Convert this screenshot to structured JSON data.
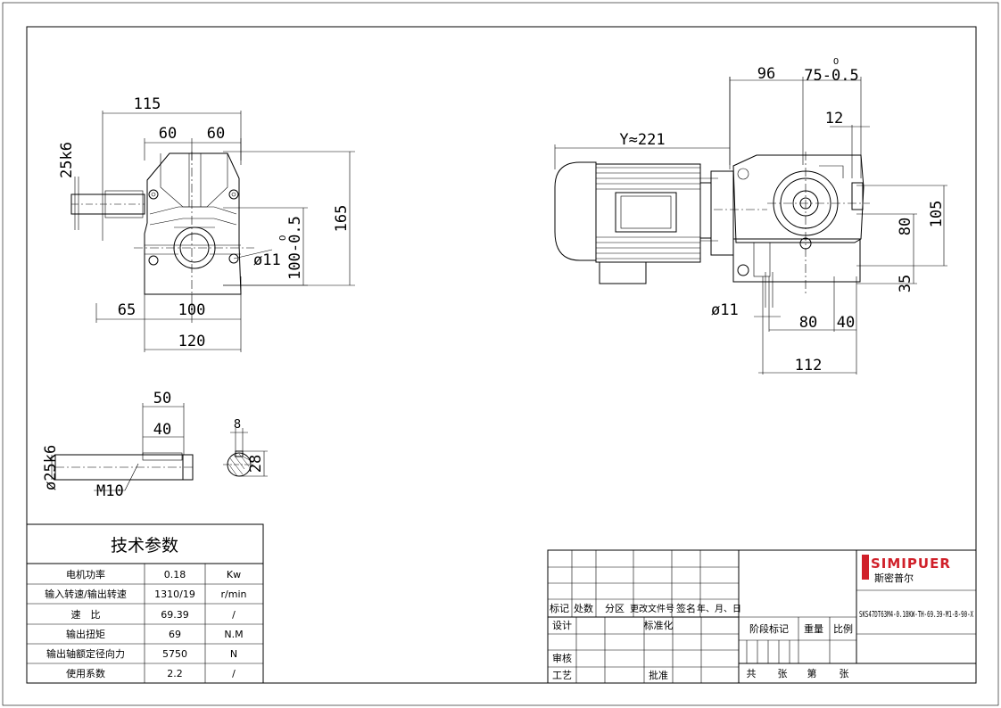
{
  "front_view": {
    "dims": {
      "d115": "115",
      "d60a": "60",
      "d60b": "60",
      "d25k6": "25k6",
      "d165": "165",
      "d100tol": "100-0.5",
      "d100tol_upper": "0",
      "d11": "ø11",
      "d65": "65",
      "d100": "100",
      "d120": "120"
    }
  },
  "side_view": {
    "dims": {
      "d96": "96",
      "d75tol": "75-0.5",
      "d75tol_upper": "0",
      "d12": "12",
      "dY": "Y≈221",
      "d105": "105",
      "d80v": "80",
      "d35": "35",
      "d11": "ø11",
      "d80h": "80",
      "d40": "40",
      "d112": "112"
    }
  },
  "shaft_detail": {
    "dims": {
      "d50": "50",
      "d40": "40",
      "d25k6": "ø25k6",
      "dM10": "M10",
      "d8": "8",
      "d28": "28"
    }
  },
  "spec_table": {
    "title": "技术参数",
    "rows": [
      {
        "label": "电机功率",
        "value": "0.18",
        "unit": "Kw"
      },
      {
        "label": "输入转速/输出转速",
        "value": "1310/19",
        "unit": "r/min"
      },
      {
        "label": "速　比",
        "value": "69.39",
        "unit": "/"
      },
      {
        "label": "输出扭矩",
        "value": "69",
        "unit": "N.M"
      },
      {
        "label": "输出轴额定径向力",
        "value": "5750",
        "unit": "N"
      },
      {
        "label": "使用系数",
        "value": "2.2",
        "unit": "/"
      }
    ]
  },
  "title_block": {
    "headers": [
      "标记",
      "处数",
      "分区",
      "更改文件号",
      "签名",
      "年、月、日"
    ],
    "design": "设计",
    "standardization": "标准化",
    "review": "审核",
    "process": "工艺",
    "approve": "批准",
    "stage_mark": "阶段标记",
    "weight": "重量",
    "scale": "比例",
    "total": "共",
    "sheets": "张",
    "sheet_no": "第",
    "sheet_unit": "张",
    "brand": "SIMIPUER",
    "brand_cn": "斯密普尔",
    "model": "SKS47DT63M4-0.18KW-TH-69.39-M1-B-90-X",
    "brand_color": "#d0202a"
  }
}
